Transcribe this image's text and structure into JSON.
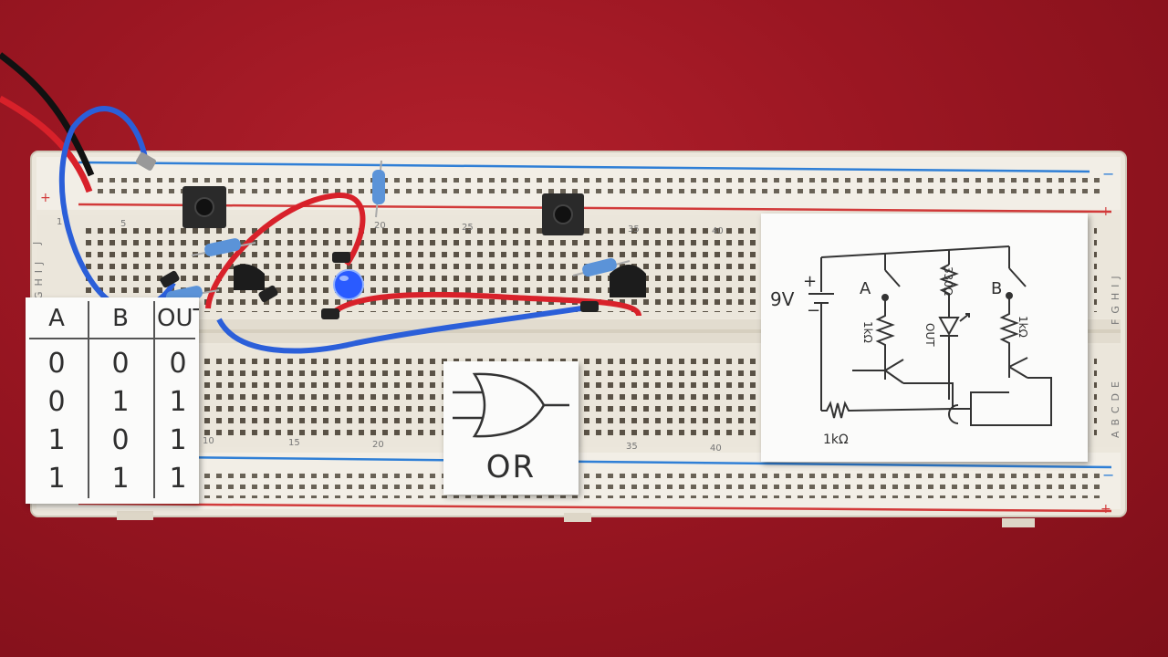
{
  "breadboard": {
    "row_letters_top": "J",
    "row_letters_mid": "FGHIJ",
    "row_letters_mid_left": "GHIJ",
    "row_letters_bottom": "ABCDE",
    "column_numbers": [
      "1",
      "5",
      "20",
      "25",
      "35",
      "40",
      "10",
      "15",
      "20",
      "35",
      "40"
    ],
    "rail_plus": "+",
    "rail_minus": "−"
  },
  "truth_table": {
    "headers": [
      "A",
      "B",
      "OUT"
    ],
    "rows": [
      [
        "0",
        "0",
        "0"
      ],
      [
        "0",
        "1",
        "1"
      ],
      [
        "1",
        "0",
        "1"
      ],
      [
        "1",
        "1",
        "1"
      ]
    ]
  },
  "gate_card": {
    "label": "OR"
  },
  "schematic": {
    "battery": "9V",
    "battery_plus": "+",
    "battery_minus": "−",
    "switch_a": "A",
    "switch_b": "B",
    "resistor_led": "330Ω",
    "led_label": "OUT",
    "resistor_a": "1kΩ",
    "resistor_b": "1kΩ",
    "resistor_bottom": "1kΩ"
  },
  "colors": {
    "carpet": "#9a1622",
    "breadboard": "#ece7dc",
    "rail_red": "#d23a3a",
    "rail_blue": "#2f7fd6",
    "wire_red": "#d8212a",
    "wire_blue": "#2b5fd9",
    "led_blue": "#2a5bff"
  }
}
